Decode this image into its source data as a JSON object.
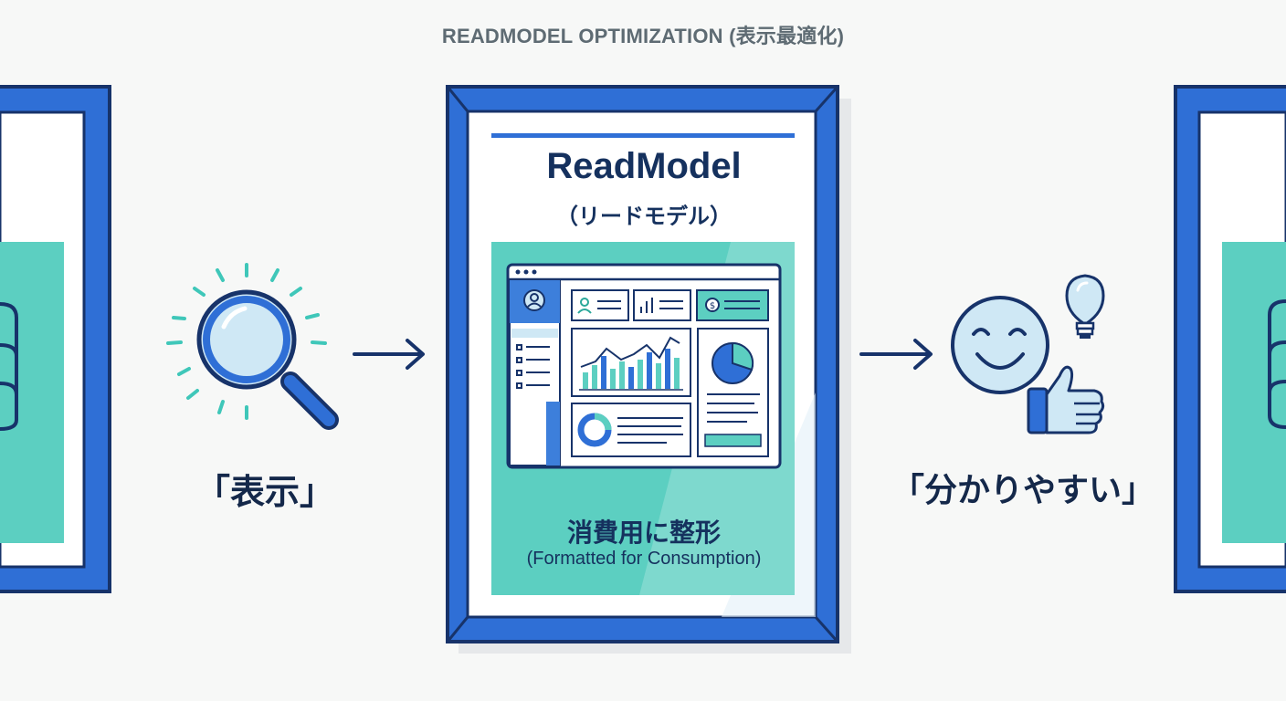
{
  "page": {
    "title": "READMODEL OPTIMIZATION (表示最適化)"
  },
  "left_step": {
    "icon": "magnifier-icon",
    "caption": "「表示」"
  },
  "card": {
    "title": "ReadModel",
    "subtitle": "（リードモデル）",
    "dashboard_icon": "dashboard-icon",
    "jp_label": "消費用に整形",
    "en_label": "(Formatted for Consumption)"
  },
  "right_step": {
    "icons": [
      "smiley-face-icon",
      "thumbs-up-icon",
      "lightbulb-icon"
    ],
    "caption": "「分かりやすい」"
  },
  "colors": {
    "frame_blue": "#2f6fd6",
    "frame_dark": "#17336a",
    "teal": "#5ccfc1",
    "navy_text": "#15315e",
    "gray_title": "#5e6b73",
    "light_blue": "#cfe8f5"
  }
}
